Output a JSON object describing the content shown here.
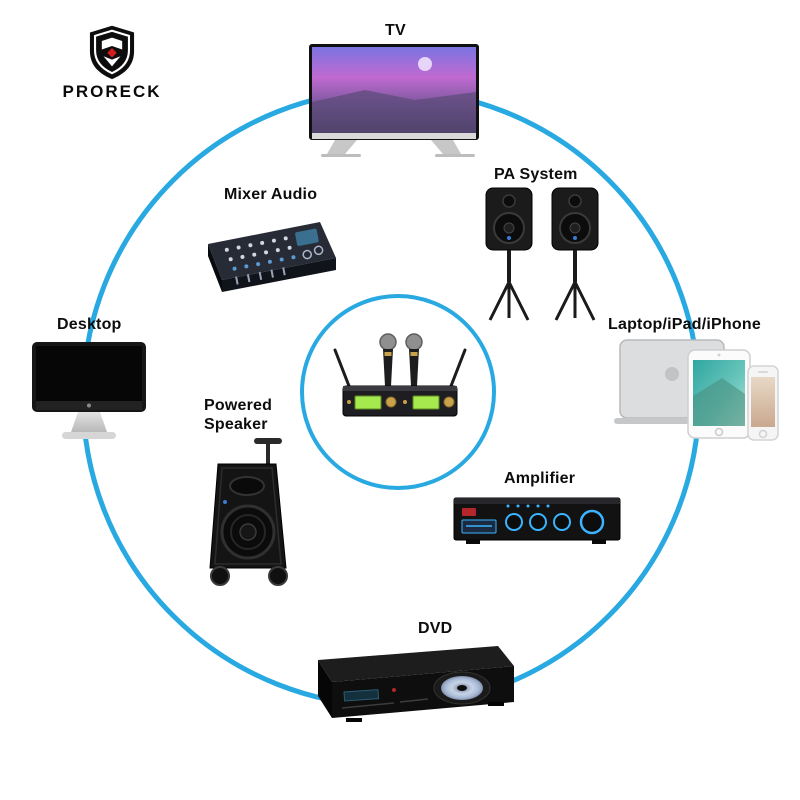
{
  "brand": {
    "name": "PRORECK"
  },
  "diagram": {
    "title": "Wireless microphone system connectivity diagram",
    "accent_color": "#29a9e1",
    "center_device": {
      "id": "wireless-mic-system"
    },
    "nodes": [
      {
        "id": "tv",
        "label": "TV"
      },
      {
        "id": "mixer-audio",
        "label": "Mixer Audio"
      },
      {
        "id": "pa-system",
        "label": "PA System"
      },
      {
        "id": "desktop",
        "label": "Desktop"
      },
      {
        "id": "laptop-ipad-iphone",
        "label": "Laptop/iPad/iPhone"
      },
      {
        "id": "powered-speaker",
        "label": "Powered Speaker"
      },
      {
        "id": "amplifier",
        "label": "Amplifier"
      },
      {
        "id": "dvd",
        "label": "DVD"
      }
    ]
  }
}
